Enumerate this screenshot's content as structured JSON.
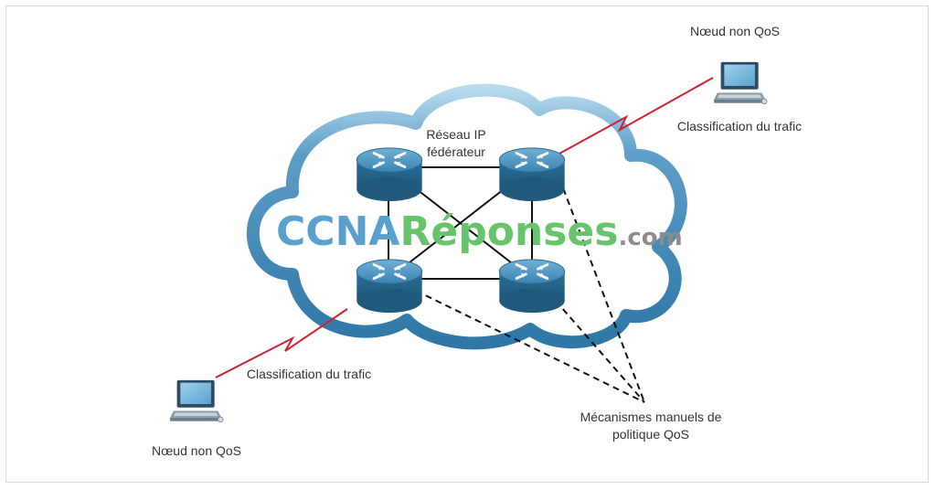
{
  "diagram": {
    "labels": {
      "top_node": "Nœud non QoS",
      "top_classification": "Classification du trafic",
      "bottom_classification": "Classification du trafic",
      "bottom_node": "Nœud non QoS",
      "backbone_line1": "Réseau IP",
      "backbone_line2": "fédérateur",
      "policy_line1": "Mécanismes manuels de",
      "policy_line2": "politique QoS"
    },
    "watermark": {
      "part1": "CCNA",
      "part2": "Réponses",
      "part3": ".com"
    },
    "colors": {
      "cloud": "#3f86b3",
      "router": "#2a6c93",
      "wan_link": "#cc2233",
      "watermark_blue": "#5aa0cf",
      "watermark_green": "#67c46c",
      "watermark_gray": "#8c8c8c"
    }
  }
}
